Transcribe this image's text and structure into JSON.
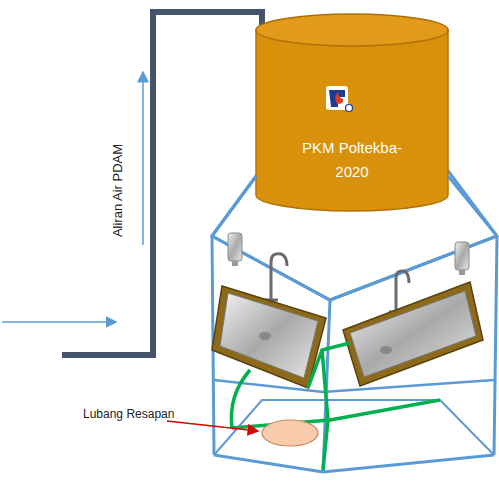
{
  "diagram": {
    "nodes": [
      {
        "text": [
          "PKM Poltekba- 2020"
        ]
      }
    ],
    "labels": [
      "Aliran Air PDAM",
      "Lubang Resapan"
    ]
  }
}
